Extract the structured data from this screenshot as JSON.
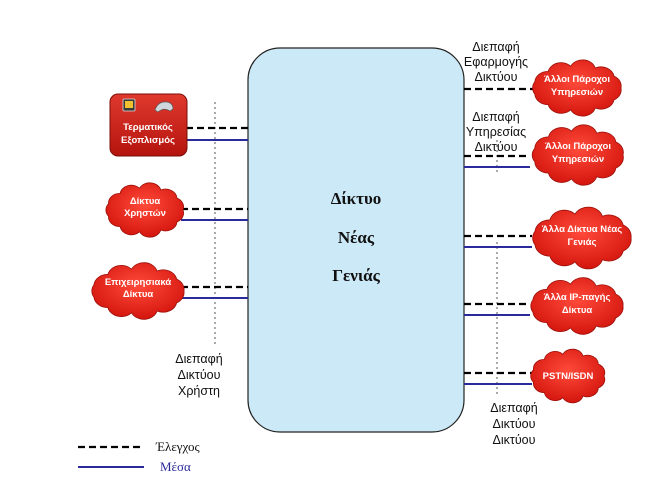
{
  "core": {
    "lines": [
      "Δίκτυο",
      "Νέας",
      "Γενιάς"
    ],
    "fill": "#cce9f7"
  },
  "left_nodes": {
    "terminal": [
      "Τερματικός",
      "Εξοπλισμός"
    ],
    "user_nets": [
      "Δίκτυα",
      "Χρηστών"
    ],
    "enterprise": [
      "Επιχειρησιακά",
      "Δίκτυα"
    ]
  },
  "right_nodes": {
    "providers_1": [
      "Άλλοι Πάροχοι",
      "Υπηρεσιών"
    ],
    "providers_2": [
      "Άλλοι Πάροχοι",
      "Υπηρεσιών"
    ],
    "ngn_other": [
      "Άλλα Δίκτυα Νέας",
      "Γενιάς"
    ],
    "ip_fixed": [
      "Άλλα IP-παγής",
      "Δίκτυα"
    ],
    "pstn": [
      "PSTN/ISDN"
    ]
  },
  "interfaces": {
    "app": [
      "Διεπαφή",
      "Εφαρμογής",
      "Δικτύου"
    ],
    "service": [
      "Διεπαφή",
      "Υπηρεσίας",
      "Δικτύου"
    ],
    "user": [
      "Διεπαφή",
      "Δικτύου",
      "Χρήστη"
    ],
    "network": [
      "Διεπαφή",
      "Δικτύου",
      "Δικτύου"
    ]
  },
  "legend": {
    "control": "Έλεγχος",
    "media": "Μέσα"
  },
  "colors": {
    "cloud": "#e8221c",
    "media": "#2b2a9a",
    "control": "#000000",
    "terminal_box": "#c81e16"
  }
}
